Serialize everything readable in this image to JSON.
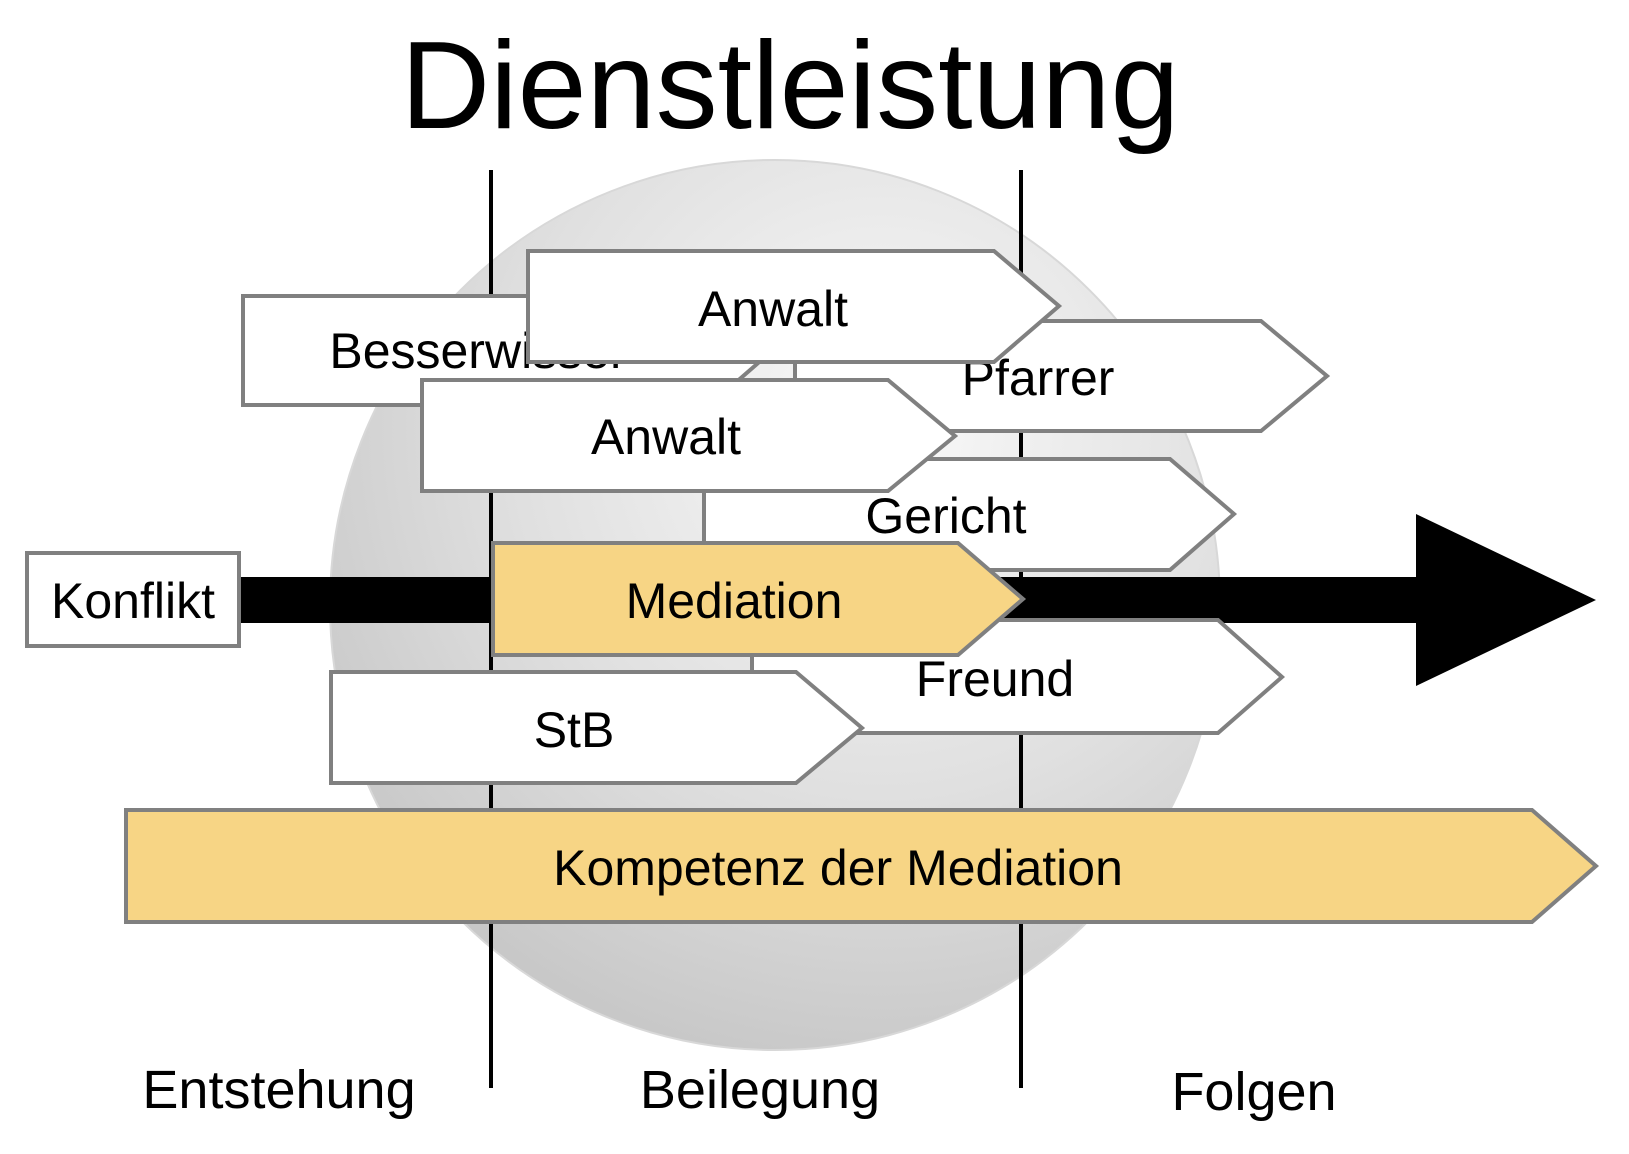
{
  "title": "Dienstleistung",
  "start": "Konflikt",
  "providers": {
    "besserwisser": "Besserwisser",
    "anwalt_top": "Anwalt",
    "pfarrer": "Pfarrer",
    "anwalt_mid": "Anwalt",
    "gericht": "Gericht",
    "mediation": "Mediation",
    "freund": "Freund",
    "stb": "StB"
  },
  "competence": "Kompetenz der Mediation",
  "phases": {
    "entstehung": "Entstehung",
    "beilegung": "Beilegung",
    "folgen": "Folgen"
  },
  "colors": {
    "accent_fill": "#f7d585",
    "box_border": "#808080",
    "timeline": "#000000"
  }
}
